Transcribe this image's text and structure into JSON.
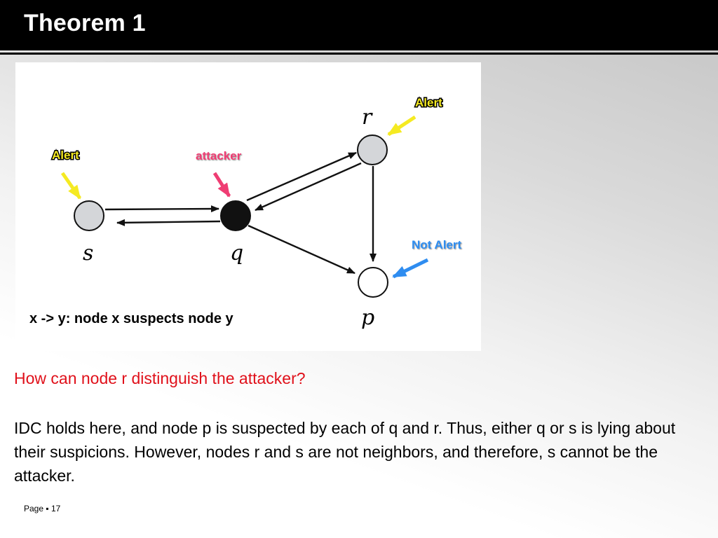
{
  "slide": {
    "title": "Theorem 1",
    "question": "How can node r distinguish the attacker?",
    "paragraph": "IDC holds here, and node p is suspected by each of q and r. Thus, either q or s is lying about their suspicions. However, nodes r and s are not neighbors, and therefore, s cannot be the attacker.",
    "footer": {
      "label": "Page",
      "separator": "▪",
      "number": "17"
    }
  },
  "diagram": {
    "nodes": {
      "s": {
        "label": "s",
        "fill": "#d4d6d9"
      },
      "q": {
        "label": "q",
        "fill": "#111111"
      },
      "r": {
        "label": "r",
        "fill": "#d4d6d9"
      },
      "p": {
        "label": "p",
        "fill": "#ffffff"
      }
    },
    "callouts": {
      "alert_s": {
        "text": "Alert",
        "color": "#f5ea22"
      },
      "attacker": {
        "text": "attacker",
        "color": "#ef3d73"
      },
      "alert_r": {
        "text": "Alert",
        "color": "#f5ea22"
      },
      "not_alert_p": {
        "text": "Not Alert",
        "color": "#2f8df0"
      }
    },
    "legend": "x -> y: node x suspects node y",
    "edges": [
      {
        "from": "s",
        "to": "q"
      },
      {
        "from": "q",
        "to": "s"
      },
      {
        "from": "q",
        "to": "r"
      },
      {
        "from": "r",
        "to": "q"
      },
      {
        "from": "q",
        "to": "p"
      },
      {
        "from": "r",
        "to": "p"
      }
    ]
  },
  "colors": {
    "question_text": "#e0101a",
    "title_bar": "#000000",
    "title_text": "#ffffff"
  }
}
